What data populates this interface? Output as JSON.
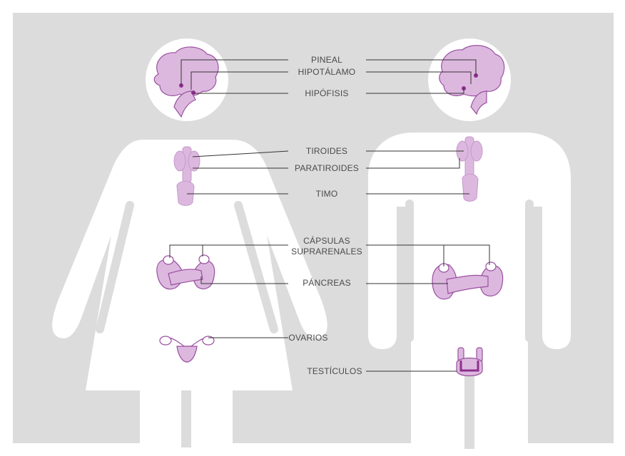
{
  "labels": {
    "pineal": "PINEAL",
    "hipotalamo": "HIPOTÁLAMO",
    "hipofisis": "HIPÓFISIS",
    "tiroides": "TIROIDES",
    "paratiroides": "PARATIROIDES",
    "timo": "TIMO",
    "capsulas_line1": "CÁPSULAS",
    "capsulas_line2": "SUPRARENALES",
    "pancreas": "PÁNCREAS",
    "ovarios": "OVARIOS",
    "testiculos": "TESTÍCULOS"
  },
  "colors": {
    "background": "#dcdcdc",
    "figure": "#ffffff",
    "organ_fill": "#dcb8de",
    "organ_stroke": "#9a4fa0",
    "dot": "#8e2f8e",
    "line": "#333333",
    "text": "#4a4a4a"
  }
}
